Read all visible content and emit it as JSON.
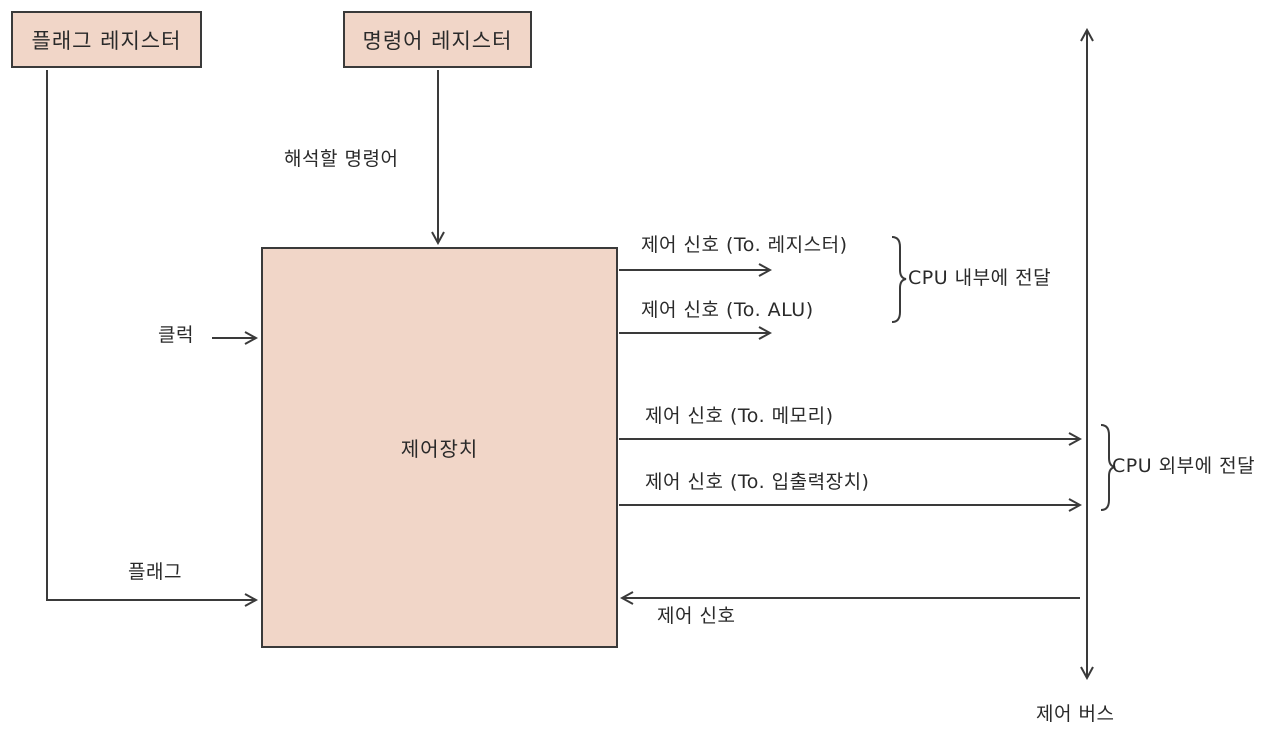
{
  "registers": {
    "flag_register": "플래그 레지스터",
    "instruction_register": "명령어 레지스터"
  },
  "control_unit": {
    "label": "제어장치"
  },
  "inputs": {
    "instruction_to_decode": "해석할 명령어",
    "clock": "클럭",
    "flag": "플래그"
  },
  "outputs": {
    "to_register": "제어 신호 (To. 레지스터)",
    "to_alu": "제어 신호 (To. ALU)",
    "to_memory": "제어 신호 (To. 메모리)",
    "to_io": "제어 신호 (To. 입출력장치)",
    "from_bus": "제어 신호"
  },
  "groups": {
    "internal": "CPU 내부에 전달",
    "external": "CPU 외부에 전달"
  },
  "bus": {
    "label": "제어 버스"
  }
}
